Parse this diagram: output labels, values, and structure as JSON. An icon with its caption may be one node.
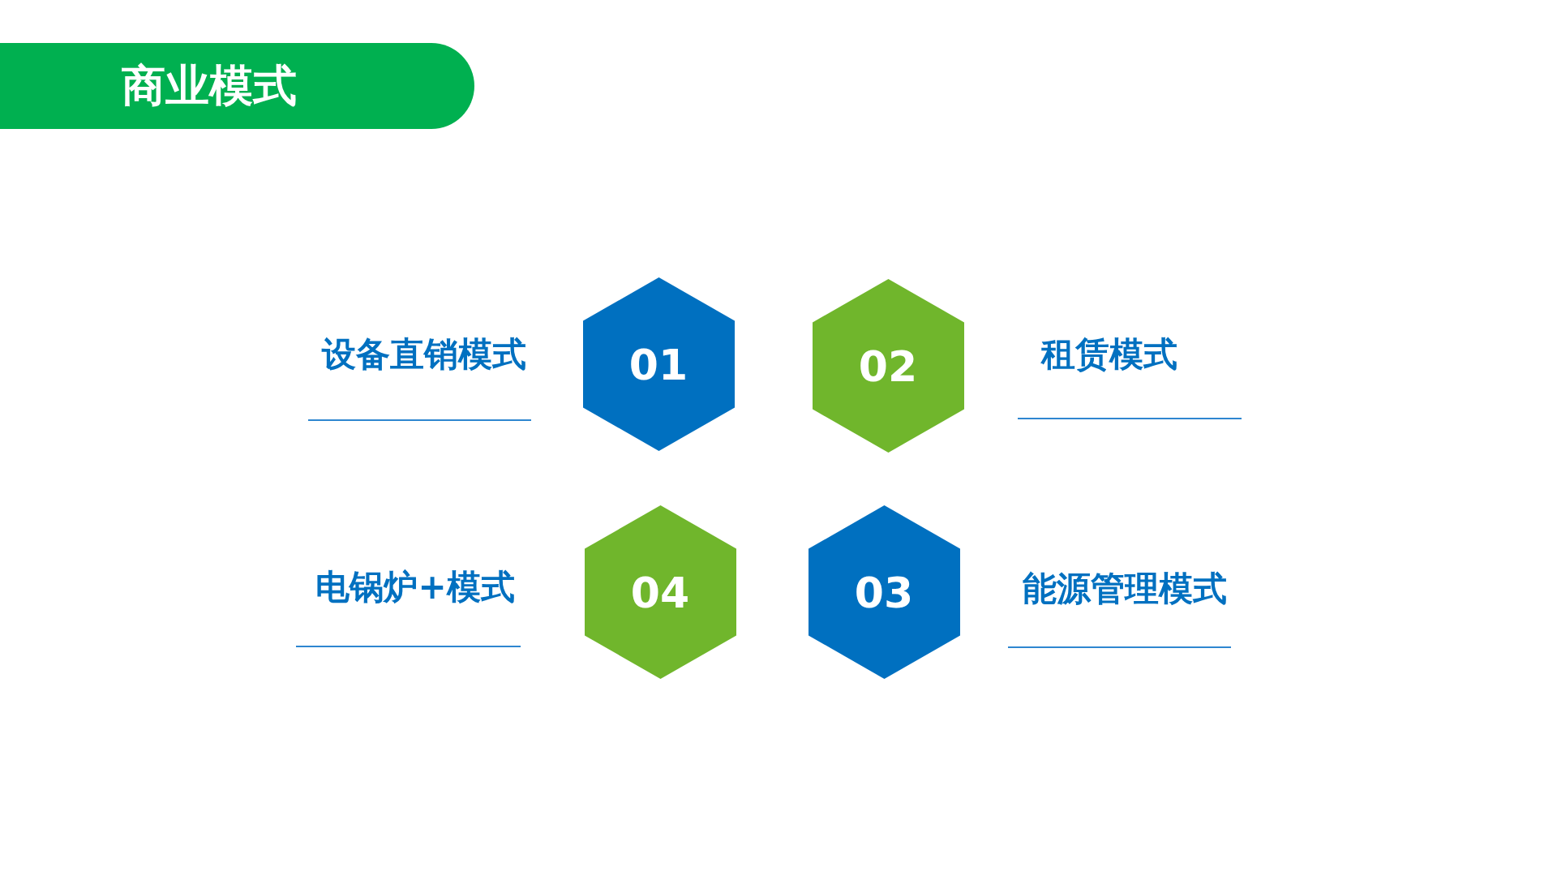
{
  "diagram": {
    "title": "商业模式",
    "nodes": [
      {
        "text": [
          "01"
        ],
        "beside": [
          "设备直销模式"
        ]
      },
      {
        "text": [
          "02"
        ],
        "beside": [
          "租赁模式"
        ]
      },
      {
        "text": [
          "04"
        ],
        "beside": [
          "电锅炉+模式"
        ]
      },
      {
        "text": [
          "03"
        ],
        "beside": [
          "能源管理模式"
        ]
      }
    ]
  }
}
